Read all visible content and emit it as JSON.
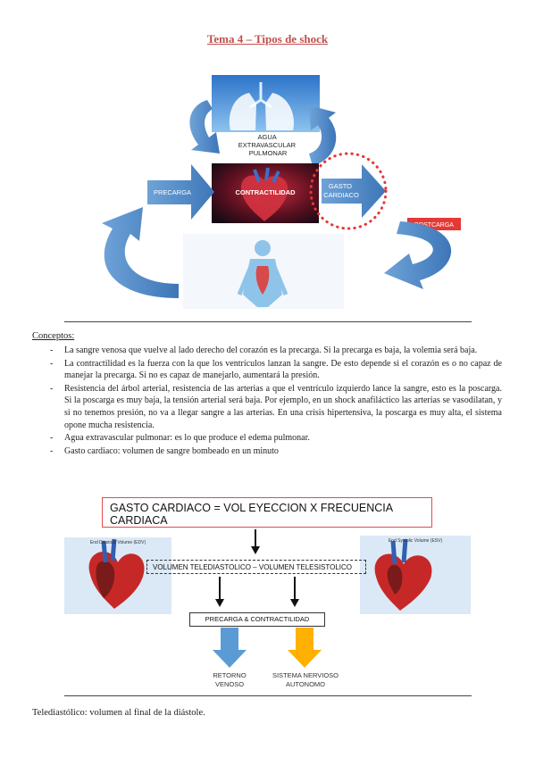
{
  "title": "Tema 4 – Tipos de shock",
  "diagram": {
    "lungs_label": "AGUA\nEXTRAVASCULAR\nPULMONAR",
    "precarga": "PRECARGA",
    "contractilidad": "CONTRACTILIDAD",
    "gasto_cardiaco": "GASTO\nCARDIACO",
    "postcarga": "POSTCARGA",
    "colors": {
      "arrow": "#4f87c4",
      "postcarga_bg": "#e53935",
      "dots": "#e53935"
    }
  },
  "concepts": {
    "heading": "Conceptos:",
    "items": [
      "La sangre venosa que vuelve al lado derecho del corazón es la precarga. Si la precarga es baja, la volemia será baja.",
      "La contractilidad es la fuerza con la que los ventrículos lanzan la sangre. De esto depende si el corazón es o no capaz de manejar la precarga. Si no es capaz de manejarlo, aumentará la presión.",
      "Resistencia del árbol arterial, resistencia de las arterias a que el ventrículo izquierdo lance la sangre, esto es la poscarga. Si la poscarga es muy baja, la tensión arterial será baja. Por ejemplo, en un shock anafiláctico las arterias se vasodilatan, y si no tenemos presión, no va a llegar sangre a las arterias. En una crisis hipertensiva, la poscarga es muy alta, el sistema opone mucha resistencia.",
      "Agua extravascular pulmonar: es lo que produce el edema pulmonar.",
      "Gasto cardiaco: volumen de sangre bombeado en un minuto"
    ]
  },
  "formula": {
    "gasto": "GASTO CARDIACO = VOL EYECCION   X FRECUENCIA CARDIACA",
    "edv_label": "End Diastolic Volume (EDV)",
    "esv_label": "End Systolic Volume (ESV)",
    "volumen": "VOLUMEN TELEDIASTOLICO – VOLUMEN TELESISTOLICO",
    "precarga_contractilidad": "PRECARGA & CONTRACTILIDAD",
    "retorno": "RETORNO\nVENOSO",
    "sistema": "SISTEMA NERVIOSO\nAUTONOMO",
    "colors": {
      "blue_arrow": "#5b9bd5",
      "orange_arrow": "#ffb000",
      "box_border": "#e24b4b"
    }
  },
  "footer": "Telediastólico: volumen al final de la diástole."
}
